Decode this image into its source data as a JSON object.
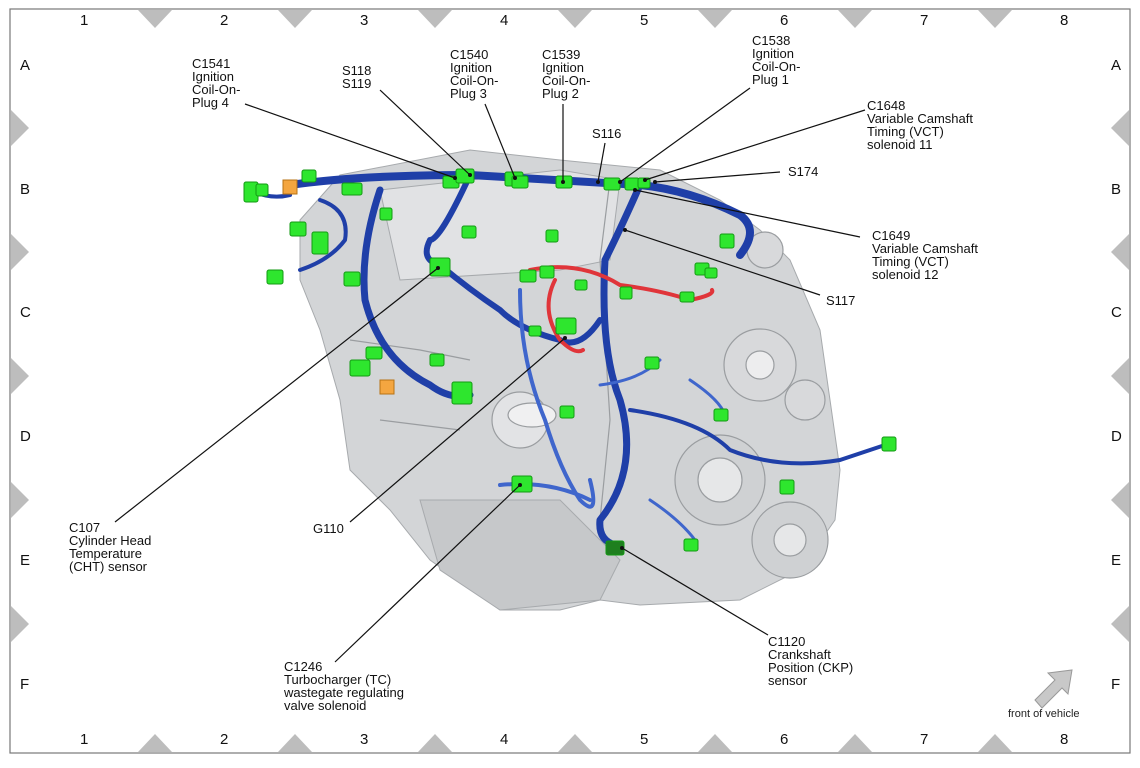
{
  "grid": {
    "columns": [
      "1",
      "2",
      "3",
      "4",
      "5",
      "6",
      "7",
      "8"
    ],
    "rows": [
      "A",
      "B",
      "C",
      "D",
      "E",
      "F"
    ]
  },
  "callouts": [
    {
      "id": "c1541",
      "text": "C1541\nIgnition\nCoil-On-\nPlug 4"
    },
    {
      "id": "s118",
      "text": "S118\nS119"
    },
    {
      "id": "c1540",
      "text": "C1540\nIgnition\nCoil-On-\nPlug 3"
    },
    {
      "id": "c1539",
      "text": "C1539\nIgnition\nCoil-On-\nPlug 2"
    },
    {
      "id": "c1538",
      "text": "C1538\nIgnition\nCoil-On-\nPlug 1"
    },
    {
      "id": "s116",
      "text": "S116"
    },
    {
      "id": "c1648",
      "text": "C1648\nVariable Camshaft\nTiming (VCT)\nsolenoid 11"
    },
    {
      "id": "s174",
      "text": "S174"
    },
    {
      "id": "c1649",
      "text": "C1649\nVariable Camshaft\nTiming (VCT)\nsolenoid 12"
    },
    {
      "id": "s117",
      "text": "S117"
    },
    {
      "id": "c107",
      "text": "C107\nCylinder Head\nTemperature\n(CHT) sensor"
    },
    {
      "id": "g110",
      "text": "G110"
    },
    {
      "id": "c1246",
      "text": "C1246\nTurbocharger (TC)\nwastegate regulating\nvalve solenoid"
    },
    {
      "id": "c1120",
      "text": "C1120\nCrankshaft\nPosition (CKP)\nsensor"
    }
  ],
  "front_of_vehicle": "front of vehicle",
  "colors": {
    "harness": "#1f3fa8",
    "harness_light": "#3f66cc",
    "connector": "#2ee62e",
    "ground_wire": "#e0353a",
    "engine": "#c9cbcd",
    "triangle": "#bdbdbd"
  }
}
